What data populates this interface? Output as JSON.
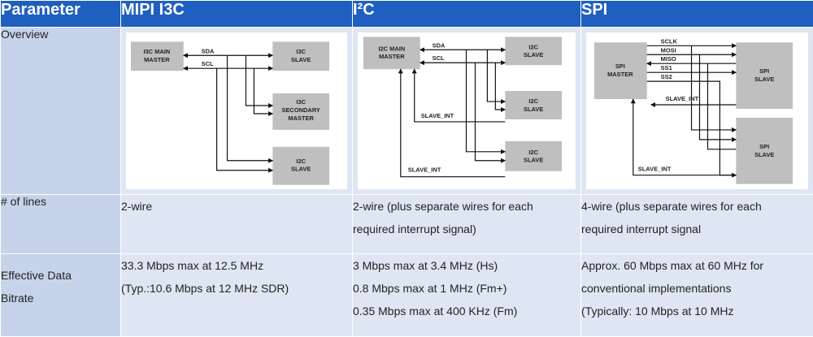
{
  "headers": [
    "Parameter",
    "MIPI I3C",
    "I²C",
    "SPI"
  ],
  "rows": {
    "overview": {
      "label": "Overview"
    },
    "lines": {
      "label": "# of lines",
      "i3c": [
        "2-wire"
      ],
      "i2c": [
        "2-wire (plus separate wires for each",
        "required interrupt signal)"
      ],
      "spi": [
        "4-wire (plus separate wires for each",
        "required interrupt signal"
      ]
    },
    "rate": {
      "label": [
        "Effective Data",
        "Bitrate"
      ],
      "i3c": [
        "33.3 Mbps max at 12.5 MHz",
        "(Typ.:10.6 Mbps at 12 MHz SDR)"
      ],
      "i2c": [
        "3 Mbps max at 3.4 MHz (Hs)",
        "0.8 Mbps max at 1 MHz (Fm+)",
        "0.35 Mbps max at 400 KHz (Fm)"
      ],
      "spi": [
        "Approx. 60 Mbps max at 60 MHz for",
        "conventional implementations",
        "(Typically: 10 Mbps at 10 MHz"
      ]
    }
  },
  "diagrams": {
    "i3c": {
      "master": [
        "I3C MAIN",
        "MASTER"
      ],
      "slave": [
        "I3C",
        "SLAVE"
      ],
      "secondary": [
        "I3C",
        "SECONDARY",
        "MASTER"
      ],
      "i2c_slave": [
        "I2C",
        "SLAVE"
      ],
      "sda": "SDA",
      "scl": "SCL"
    },
    "i2c": {
      "master": [
        "I2C MAIN",
        "MASTER"
      ],
      "slave1": [
        "I2C",
        "SLAVE"
      ],
      "slave2": [
        "I2C",
        "SLAVE"
      ],
      "slave3": [
        "I2C",
        "SLAVE"
      ],
      "sda": "SDA",
      "scl": "SCL",
      "int1": "SLAVE_INT",
      "int2": "SLAVE_INT"
    },
    "spi": {
      "master": [
        "SPI",
        "MASTER"
      ],
      "slave1": [
        "SPI",
        "SLAVE"
      ],
      "slave2": [
        "SPI",
        "SLAVE"
      ],
      "sclk": "SCLK",
      "mosi": "MOSI",
      "miso": "MISO",
      "ss1": "SS1",
      "ss2": "SS2",
      "int1": "SLAVE_INT",
      "int2": "SLAVE_INT"
    }
  },
  "colors": {
    "header_bg": "#1f5fbf",
    "label_bg": "#c7d3ea",
    "cell_bg": "#dfe6f3",
    "box": "#bfbfbf"
  }
}
